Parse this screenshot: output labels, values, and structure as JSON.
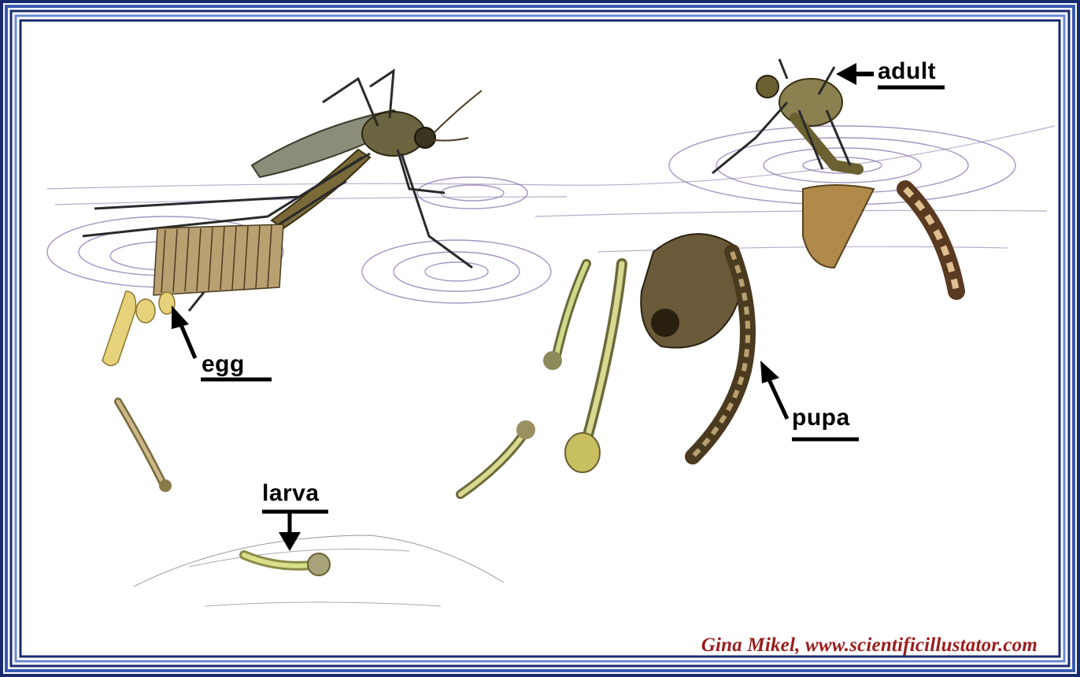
{
  "labels": {
    "egg": "egg",
    "larva": "larva",
    "pupa": "pupa",
    "adult": "adult"
  },
  "credit": "Gina Mikel, www.scientificillustator.com",
  "colors": {
    "border_dark": "#1a2a6e",
    "border_light": "#4a6fc2",
    "water_ripple": "#8a6fb0",
    "credit": "#9b1c1c"
  }
}
